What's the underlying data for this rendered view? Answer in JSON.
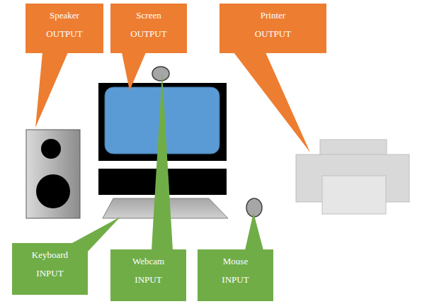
{
  "diagram": {
    "nodes": [
      {
        "text": [
          "Speaker",
          "OUTPUT"
        ]
      },
      {
        "text": [
          "Screen",
          "OUTPUT"
        ]
      },
      {
        "text": [
          "Printer",
          "OUTPUT"
        ]
      },
      {
        "text": [
          "Keyboard",
          "INPUT"
        ]
      },
      {
        "text": [
          "Webcam",
          "INPUT"
        ]
      },
      {
        "text": [
          "Mouse",
          "INPUT"
        ]
      }
    ]
  }
}
